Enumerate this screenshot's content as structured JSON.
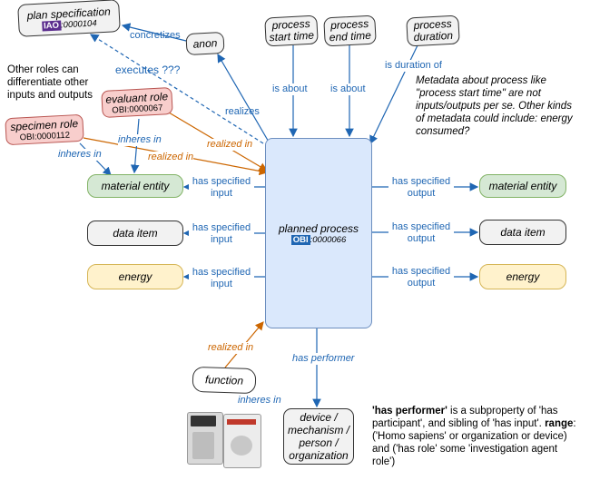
{
  "nodes": {
    "plan_spec": {
      "label": "plan specification",
      "prefix": "IAO",
      "id": ":0000104"
    },
    "anon": {
      "label": "anon"
    },
    "start_time": {
      "label": "process start time"
    },
    "end_time": {
      "label": "process end time"
    },
    "duration": {
      "label": "process duration"
    },
    "evaluant_role": {
      "label": "evaluant role",
      "id": "OBI:0000067"
    },
    "specimen_role": {
      "label": "specimen role",
      "id": "OBI:0000112"
    },
    "planned_process": {
      "label": "planned process",
      "prefix": "OBI",
      "id": ":0000066"
    },
    "in_material": {
      "label": "material entity"
    },
    "in_data": {
      "label": "data item"
    },
    "in_energy": {
      "label": "energy"
    },
    "out_material": {
      "label": "material entity"
    },
    "out_data": {
      "label": "data item"
    },
    "out_energy": {
      "label": "energy"
    },
    "function": {
      "label": "function"
    },
    "performer": {
      "label": "device / mechanism / person / organization"
    }
  },
  "edges": {
    "concretizes": "concretizes",
    "executes": "executes ???",
    "realizes": "realizes",
    "is_about_1": "is about",
    "is_about_2": "is about",
    "is_duration_of": "is duration of",
    "realized_in_1": "realized in",
    "realized_in_2": "realized in",
    "realized_in_3": "realized in",
    "inheres_in_1": "inheres in",
    "inheres_in_2": "inheres in",
    "inheres_in_3": "inheres in",
    "has_input_1": "has specified input",
    "has_input_2": "has specified input",
    "has_input_3": "has specified input",
    "has_output_1": "has specified output",
    "has_output_2": "has specified output",
    "has_output_3": "has specified output",
    "has_performer": "has performer"
  },
  "notes": {
    "other_roles": "Other roles can differentiate other inputs and outputs",
    "metadata": "Metadata about process like \"process start time\" are not inputs/outputs per se. Other kinds of metadata could include: energy consumed?",
    "performer_bold": "'has performer'",
    "performer_text_1": " is a subproperty of 'has participant', and sibling of 'has input'. ",
    "range_bold": "range",
    "performer_text_2": ": ('Homo sapiens' or organization or device) and ('has role' some 'investigation agent role')"
  },
  "colors": {
    "blue": "#1f66b3",
    "orange": "#cc6600",
    "process_fill": "#dae8fc",
    "iao_badge": "#5b2d8e",
    "obi_badge": "#1f66b3"
  },
  "image": {
    "name": "device-photo"
  }
}
